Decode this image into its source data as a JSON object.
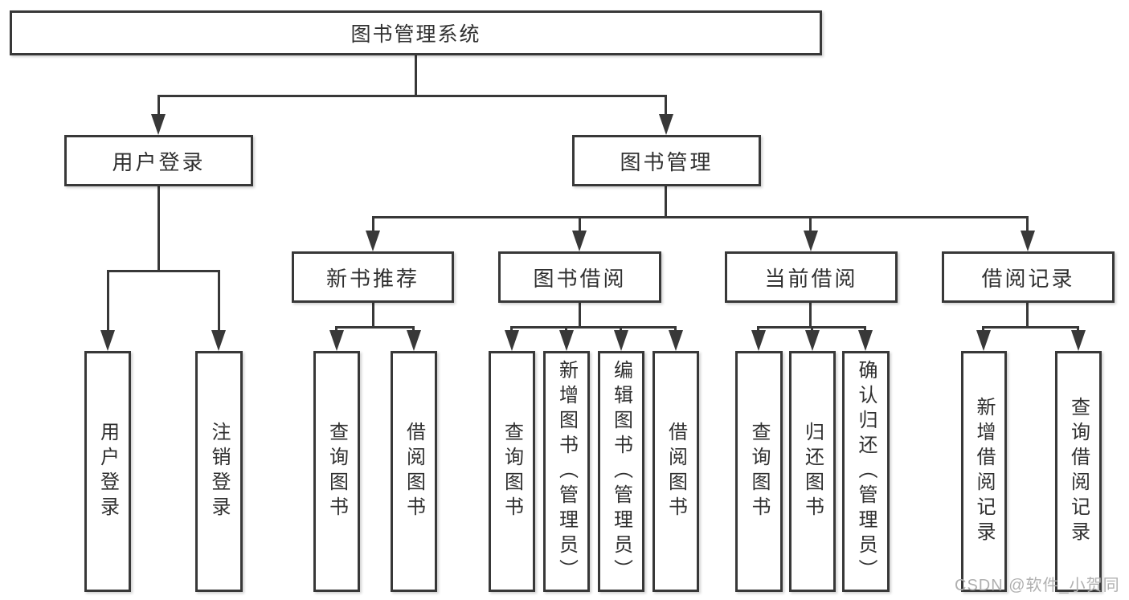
{
  "diagram": {
    "title": "图书管理系统",
    "level2": {
      "user_login": "用户登录",
      "book_management": "图书管理"
    },
    "level3": {
      "new_book_recommend": "新书推荐",
      "book_borrow": "图书借阅",
      "current_borrow": "当前借阅",
      "borrow_records": "借阅记录"
    },
    "leaves": {
      "user_login": "用户登录",
      "logout": "注销登录",
      "rec_query_books": "查询图书",
      "rec_borrow_books": "借阅图书",
      "bb_query_books": "查询图书",
      "bb_add_books_admin": "新增图书（管理员）",
      "bb_edit_books_admin": "编辑图书（管理员）",
      "bb_borrow_books": "借阅图书",
      "cb_query_books": "查询图书",
      "cb_return_books": "归还图书",
      "cb_confirm_return_admin": "确认归还（管理员）",
      "br_add_record": "新增借阅记录",
      "br_query_record": "查询借阅记录"
    },
    "watermark": "CSDN @软件_小贺同学",
    "colors": {
      "line": "#383838",
      "box_border": "#383838",
      "box_background": "#ffffff",
      "text": "#303030",
      "watermark": "#b0b0b0",
      "page_background": "#ffffff"
    }
  }
}
